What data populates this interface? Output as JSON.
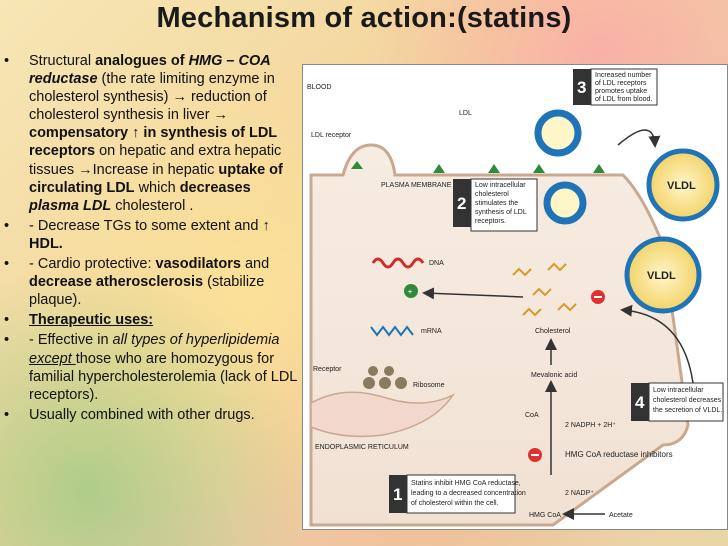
{
  "title": "Mechanism of action:(statins)",
  "bullets": [
    {
      "type": "main"
    },
    {
      "type": "tg"
    },
    {
      "type": "cardio"
    },
    {
      "type": "uses"
    },
    {
      "type": "effective"
    },
    {
      "type": "combined"
    }
  ],
  "text": {
    "b1_a": "Structural ",
    "b1_b": "analogues of ",
    "b1_c": "HMG – COA reductase",
    "b1_d": " (the rate limiting enzyme in cholesterol synthesis) → reduction of cholesterol synthesis in liver → ",
    "b1_e": "compensatory ↑  in synthesis of LDL receptors",
    "b1_f": " on hepatic and extra hepatic tissues →Increase in hepatic ",
    "b1_g": "uptake of circulating LDL",
    "b1_h": " which ",
    "b1_i": "decreases ",
    "b1_j": "plasma LDL",
    "b1_k": " cholesterol .",
    "b2_a": "- Decrease TGs to some extent and ↑ ",
    "b2_b": "HDL.",
    "b3_a": "- Cardio protective: ",
    "b3_b": "vasodilators",
    "b3_c": " and ",
    "b3_d": "decrease atherosclerosis",
    "b3_e": " (stabilize plaque).",
    "b4_a": "Therapeutic uses:",
    "b5_a": "- Effective in ",
    "b5_b": "all types of hyperlipidemia",
    "b5_c": " ",
    "b5_d": "except ",
    "b5_e": "those who are homozygous for familial hypercholesterolemia (lack of LDL receptors).",
    "b6_a": "Usually combined with other drugs."
  },
  "diagram": {
    "blood": "BLOOD",
    "ldl_receptor": "LDL receptor",
    "ldl": "LDL",
    "plasma_membrane": "PLASMA MEMBRANE",
    "dna": "DNA",
    "mrna": "mRNA",
    "receptor": "Receptor",
    "ribosome": "Ribosome",
    "er": "ENDOPLASMIC RETICULUM",
    "cholesterol": "Cholesterol",
    "mevalonic": "Mevalonic acid",
    "coa": "CoA",
    "nadph": "2 NADPH + 2H⁺",
    "hmg_inhib": "HMG CoA reductase inhibitors",
    "nadp": "2 NADP⁺",
    "hmg_coa": "HMG CoA",
    "acetate": "Acetate",
    "vldl1": "VLDL",
    "vldl2": "VLDL",
    "n1": "1",
    "n2": "2",
    "n3": "3",
    "n4": "4",
    "box3": [
      "Increased number",
      "of LDL receptors",
      "promotes uptake",
      "of LDL from blood."
    ],
    "box2": [
      "Low intracellular",
      "cholesterol",
      "stimulates the",
      "synthesis of LDL",
      "receptors."
    ],
    "box4": [
      "Low intracellular",
      "cholesterol decreases",
      "the secretion of VLDL."
    ],
    "box1": [
      "Statins inhibit HMG CoA reductase,",
      "leading to a decreased concentration",
      "of cholesterol within the cell."
    ]
  },
  "colors": {
    "accent_blue": "#1f74b8",
    "receptor_green": "#2e8b3a",
    "dna_red": "#d12b2b",
    "box_dark": "#333333"
  }
}
